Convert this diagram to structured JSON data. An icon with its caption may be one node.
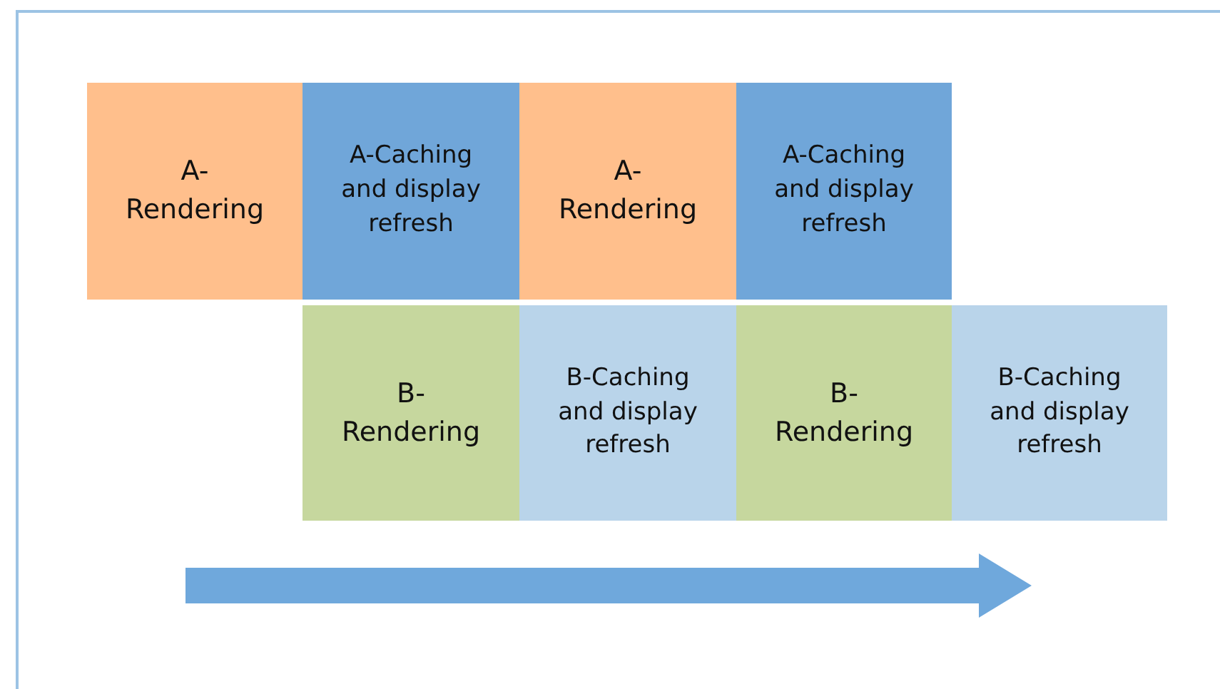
{
  "diagram": {
    "nodes": [
      {
        "text": [
          "A- Rendering"
        ]
      },
      {
        "text": [
          "A-Caching and display refresh"
        ]
      },
      {
        "text": [
          "A- Rendering"
        ]
      },
      {
        "text": [
          "A-Caching and display refresh"
        ]
      },
      {
        "text": [
          "B- Rendering"
        ]
      },
      {
        "text": [
          "B-Caching and display refresh"
        ]
      },
      {
        "text": [
          "B- Rendering"
        ]
      },
      {
        "text": [
          "B-Caching and display refresh"
        ]
      }
    ]
  }
}
